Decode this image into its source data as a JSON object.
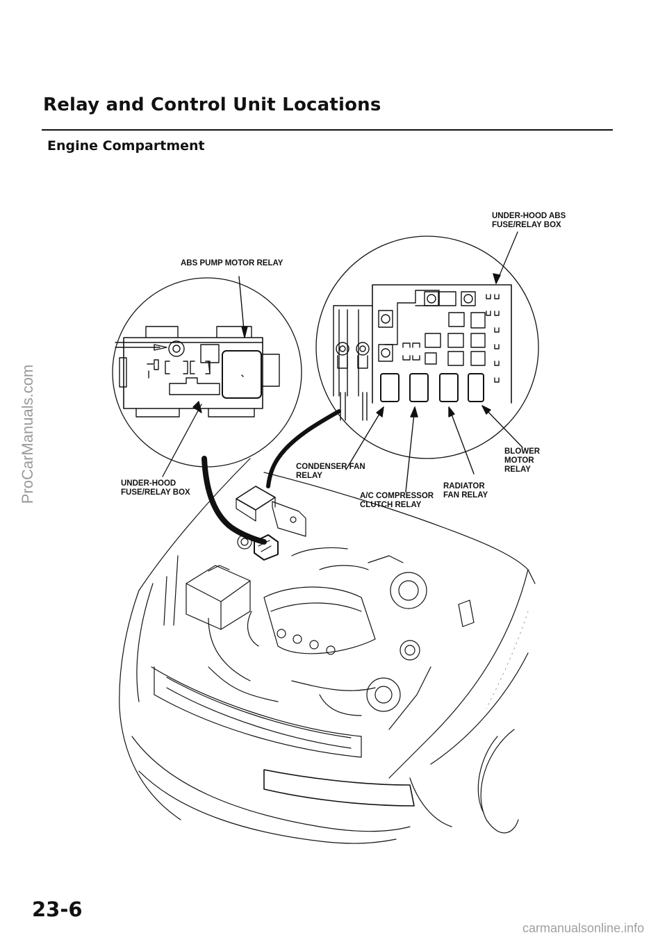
{
  "header": {
    "title": "Relay and Control Unit Locations",
    "section": "Engine Compartment"
  },
  "labels": {
    "under_hood_abs_box": [
      "UNDER-HOOD ABS",
      "FUSE/RELAY BOX"
    ],
    "abs_pump_motor_relay": [
      "ABS PUMP MOTOR RELAY"
    ],
    "under_hood_box": [
      "UNDER-HOOD",
      "FUSE/RELAY BOX"
    ],
    "condenser_fan_relay": [
      "CONDENSER FAN",
      "RELAY"
    ],
    "ac_compressor_clutch_relay": [
      "A/C COMPRESSOR",
      "CLUTCH RELAY"
    ],
    "radiator_fan_relay": [
      "RADIATOR",
      "FAN RELAY"
    ],
    "blower_motor_relay": [
      "BLOWER",
      "MOTOR",
      "RELAY"
    ]
  },
  "footer": {
    "page_number": "23-6",
    "side_watermark": "ProCarManuals.com",
    "footer_watermark": "carmanualsonline.info"
  }
}
